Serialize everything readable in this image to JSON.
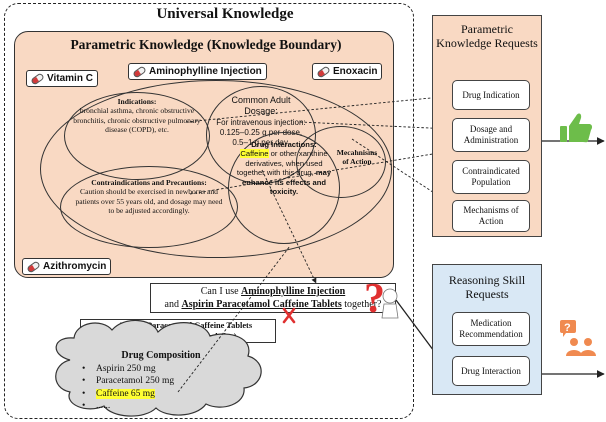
{
  "universal": {
    "title": "Universal Knowledge"
  },
  "parametric": {
    "title": "Parametric Knowledge (Knowledge Boundary)",
    "tags": {
      "vitamin_c": "Vitamin C",
      "aminophylline": "Aminophylline Injection",
      "enoxacin": "Enoxacin",
      "azithromycin": "Azithromycin"
    },
    "indications": {
      "title": "Indications:",
      "body": "bronchial asthma, chronic obstructive bronchitis, chronic obstructive pulmonary disease (COPD), etc."
    },
    "dosage": {
      "title": "Common Adult Dosage:",
      "body": "For intravenous injection: 0.125–0.25 g per dose, 0.5–1 g per day."
    },
    "mechanisms": {
      "title": "Mecahnisms of Action"
    },
    "contraindications": {
      "title": "Contraindications and Precautions:",
      "body": "Caution should be exercised in newborns and patients over 55 years old, and dosage may need to be adjusted accordingly."
    },
    "interactions": {
      "title": "Drug Interactions:",
      "highlight": "Caffeine",
      "body_plain": " or other xanthine derivatives, when used together with this drug, ",
      "body_bold": "may enhance its effects and toxicity."
    }
  },
  "question": {
    "prefix": "Can I use ",
    "drug1": "Aminophylline Injection",
    "middle": "and ",
    "drug2": "Aspirin Paracetamol Caffeine Tablets",
    "suffix": " together?"
  },
  "beyond": {
    "line1": "Aspirin Paracetamol Caffeine Tablets",
    "line2": "(Beyond Parametric Knowledge)"
  },
  "composition": {
    "title": "Drug Composition",
    "items": [
      "Aspirin 250 mg",
      "Paracetamol 250 mg",
      "Caffeine 65 mg",
      "......"
    ]
  },
  "param_requests": {
    "title": "Parametric Knowledge Requests",
    "items": [
      "Drug Indication",
      "Dosage and Administration",
      "Contraindicated Population",
      "Mechanisms of Action"
    ]
  },
  "reason_requests": {
    "title": "Reasoning Skill Requests",
    "items": [
      "Medication Recommendation",
      "Drug Interaction"
    ]
  },
  "colors": {
    "param_fill": "#f9d9c3",
    "reason_fill": "#d9e8f5",
    "highlight": "#ffff33",
    "thumbs": "#6dbd4a",
    "cross": "#e03030",
    "question_mark": "#e03030",
    "person_icon": "#f08a50"
  }
}
